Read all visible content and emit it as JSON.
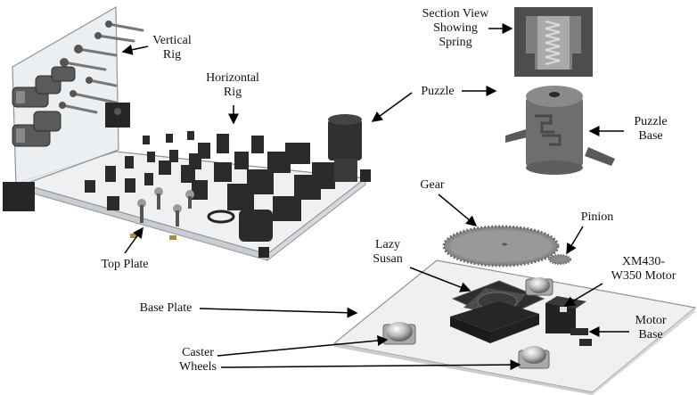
{
  "labels": {
    "vertical_rig": "Vertical\nRig",
    "horizontal_rig": "Horizontal\nRig",
    "section_view": "Section View\nShowing\nSpring",
    "puzzle": "Puzzle",
    "puzzle_base": "Puzzle\nBase",
    "top_plate": "Top Plate",
    "gear": "Gear",
    "pinion": "Pinion",
    "lazy_susan": "Lazy\nSusan",
    "motor": "XM430-\nW350 Motor",
    "base_plate": "Base Plate",
    "motor_base": "Motor\nBase",
    "caster_wheels": "Caster\nWheels"
  },
  "colors": {
    "acrylic": "#e8ebee",
    "acrylic_edge": "#9aa0a6",
    "dark_part": "#2a2a2a",
    "steel": "#9a9a9a",
    "brass": "#b08a3a",
    "gear": "#8c8c8c",
    "puzzle": "#6e6e6e"
  }
}
